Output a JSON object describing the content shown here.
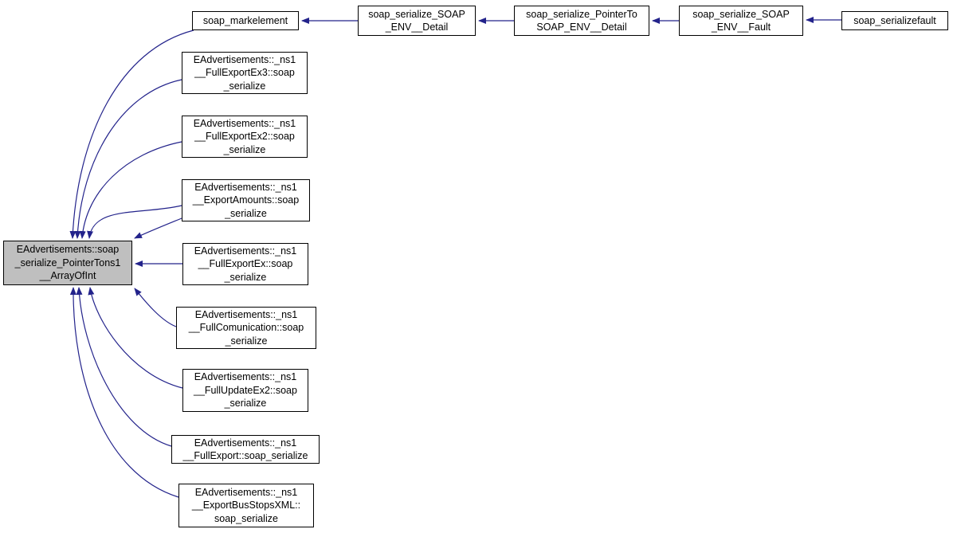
{
  "graph": {
    "background": "#ffffff",
    "edge_color": "#23238b",
    "nodes": {
      "target": {
        "label": "EAdvertisements::soap_serialize_PointerTons1__ArrayOfInt",
        "lines": [
          "EAdvertisements::soap",
          "_serialize_PointerTons1",
          "__ArrayOfInt"
        ],
        "fill": "#bfbfbf",
        "highlighted": true
      },
      "markelement": {
        "label": "soap_markelement",
        "lines": [
          "soap_markelement"
        ]
      },
      "ex3": {
        "label": "EAdvertisements::_ns1__FullExportEx3::soap_serialize",
        "lines": [
          "EAdvertisements::_ns1",
          "__FullExportEx3::soap",
          "_serialize"
        ]
      },
      "ex2": {
        "label": "EAdvertisements::_ns1__FullExportEx2::soap_serialize",
        "lines": [
          "EAdvertisements::_ns1",
          "__FullExportEx2::soap",
          "_serialize"
        ]
      },
      "amounts": {
        "label": "EAdvertisements::_ns1__ExportAmounts::soap_serialize",
        "lines": [
          "EAdvertisements::_ns1",
          "__ExportAmounts::soap",
          "_serialize"
        ]
      },
      "fullexportex": {
        "label": "EAdvertisements::_ns1__FullExportEx::soap_serialize",
        "lines": [
          "EAdvertisements::_ns1",
          "__FullExportEx::soap",
          "_serialize"
        ]
      },
      "comunication": {
        "label": "EAdvertisements::_ns1__FullComunication::soap_serialize",
        "lines": [
          "EAdvertisements::_ns1",
          "__FullComunication::soap",
          "_serialize"
        ]
      },
      "updateex2": {
        "label": "EAdvertisements::_ns1__FullUpdateEx2::soap_serialize",
        "lines": [
          "EAdvertisements::_ns1",
          "__FullUpdateEx2::soap",
          "_serialize"
        ]
      },
      "fullexport": {
        "label": "EAdvertisements::_ns1__FullExport::soap_serialize",
        "lines": [
          "EAdvertisements::_ns1",
          "__FullExport::soap_serialize"
        ]
      },
      "busstops": {
        "label": "EAdvertisements::_ns1__ExportBusStopsXML::soap_serialize",
        "lines": [
          "EAdvertisements::_ns1",
          "__ExportBusStopsXML::",
          "soap_serialize"
        ]
      },
      "detail": {
        "label": "soap_serialize_SOAP_ENV__Detail",
        "lines": [
          "soap_serialize_SOAP",
          "_ENV__Detail"
        ]
      },
      "pointerto": {
        "label": "soap_serialize_PointerToSOAP_ENV__Detail",
        "lines": [
          "soap_serialize_PointerTo",
          "SOAP_ENV__Detail"
        ]
      },
      "fault": {
        "label": "soap_serialize_SOAP_ENV__Fault",
        "lines": [
          "soap_serialize_SOAP",
          "_ENV__Fault"
        ]
      },
      "serializefault": {
        "label": "soap_serializefault",
        "lines": [
          "soap_serializefault"
        ]
      }
    },
    "edges": [
      {
        "from": "soap_markelement",
        "to": "EAdvertisements::soap_serialize_PointerTons1__ArrayOfInt"
      },
      {
        "from": "EAdvertisements::_ns1__FullExportEx3::soap_serialize",
        "to": "EAdvertisements::soap_serialize_PointerTons1__ArrayOfInt"
      },
      {
        "from": "EAdvertisements::_ns1__FullExportEx2::soap_serialize",
        "to": "EAdvertisements::soap_serialize_PointerTons1__ArrayOfInt"
      },
      {
        "from": "EAdvertisements::_ns1__ExportAmounts::soap_serialize",
        "to": "EAdvertisements::soap_serialize_PointerTons1__ArrayOfInt"
      },
      {
        "from": "EAdvertisements::_ns1__FullExportEx::soap_serialize",
        "to": "EAdvertisements::soap_serialize_PointerTons1__ArrayOfInt"
      },
      {
        "from": "EAdvertisements::_ns1__FullComunication::soap_serialize",
        "to": "EAdvertisements::soap_serialize_PointerTons1__ArrayOfInt"
      },
      {
        "from": "EAdvertisements::_ns1__FullUpdateEx2::soap_serialize",
        "to": "EAdvertisements::soap_serialize_PointerTons1__ArrayOfInt"
      },
      {
        "from": "EAdvertisements::_ns1__FullExport::soap_serialize",
        "to": "EAdvertisements::soap_serialize_PointerTons1__ArrayOfInt"
      },
      {
        "from": "EAdvertisements::_ns1__ExportBusStopsXML::soap_serialize",
        "to": "EAdvertisements::soap_serialize_PointerTons1__ArrayOfInt"
      },
      {
        "from": "soap_serialize_SOAP_ENV__Detail",
        "to": "soap_markelement"
      },
      {
        "from": "soap_serialize_PointerToSOAP_ENV__Detail",
        "to": "soap_serialize_SOAP_ENV__Detail"
      },
      {
        "from": "soap_serialize_SOAP_ENV__Fault",
        "to": "soap_serialize_PointerToSOAP_ENV__Detail"
      },
      {
        "from": "soap_serializefault",
        "to": "soap_serialize_SOAP_ENV__Fault"
      }
    ]
  }
}
